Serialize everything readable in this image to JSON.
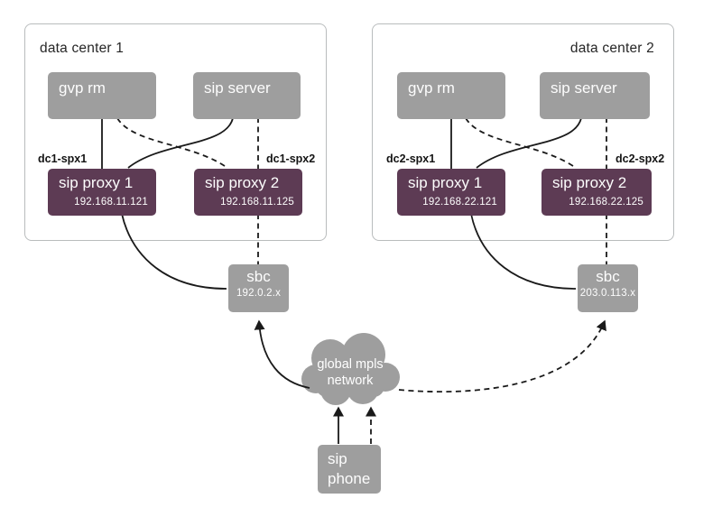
{
  "colors": {
    "node_gray": "#9e9e9e",
    "proxy_purple": "#5d3b54",
    "line_black": "#1a1a1a",
    "frame_border": "#b9bcbd"
  },
  "dc1": {
    "title": "data center 1",
    "gvp_rm_label": "gvp rm",
    "sip_server_label": "sip server",
    "proxy1_tag": "dc1-spx1",
    "proxy2_tag": "dc1-spx2",
    "proxy1": {
      "label": "sip proxy 1",
      "ip": "192.168.11.121"
    },
    "proxy2": {
      "label": "sip proxy 2",
      "ip": "192.168.11.125"
    }
  },
  "dc2": {
    "title": "data center 2",
    "gvp_rm_label": "gvp rm",
    "sip_server_label": "sip server",
    "proxy1_tag": "dc2-spx1",
    "proxy2_tag": "dc2-spx2",
    "proxy1": {
      "label": "sip proxy 1",
      "ip": "192.168.22.121"
    },
    "proxy2": {
      "label": "sip proxy 2",
      "ip": "192.168.22.125"
    }
  },
  "sbc1": {
    "label": "sbc",
    "ip": "192.0.2.x"
  },
  "sbc2": {
    "label": "sbc",
    "ip": "203.0.113.x"
  },
  "cloud": {
    "line1": "global mpls",
    "line2": "network"
  },
  "phone": {
    "line1": "sip",
    "line2": "phone"
  }
}
